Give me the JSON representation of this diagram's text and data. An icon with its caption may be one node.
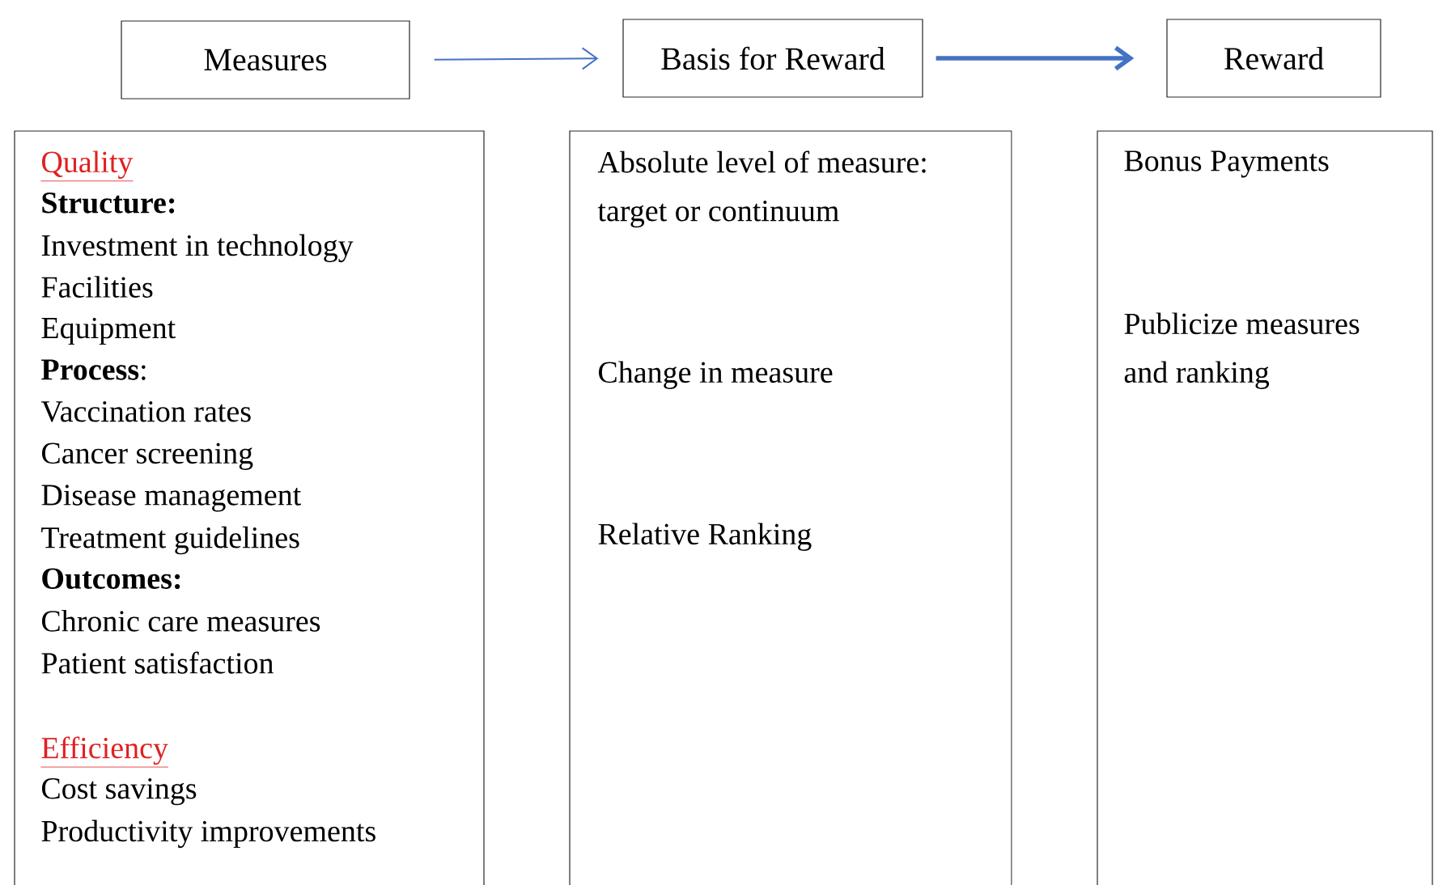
{
  "diagram": {
    "nodes": [
      {
        "text": [
          "Measures"
        ]
      },
      {
        "text": [
          "Basis for Reward"
        ]
      },
      {
        "text": [
          "Reward"
        ]
      },
      {
        "text": [
          "Quality",
          "Structure:",
          "Investment in technology",
          "Facilities",
          "Equipment",
          "**Process**:",
          "Vaccination rates",
          "Cancer screening",
          "Disease management",
          "Treatment guidelines",
          "Outcomes:",
          "Chronic care measures",
          "Patient satisfaction",
          "Efficiency",
          "Cost savings",
          "Productivity improvements"
        ]
      },
      {
        "text": [
          "Absolute level of measure: target or continuum",
          "Change in measure",
          "Relative Ranking"
        ]
      },
      {
        "text": [
          "Bonus Payments",
          "Publicize measures and ranking"
        ]
      }
    ],
    "edges": [
      {
        "from": 0,
        "to": 1,
        "arrow": "to"
      },
      {
        "from": 1,
        "to": 2,
        "arrow": "to",
        "style": "thick"
      }
    ]
  }
}
